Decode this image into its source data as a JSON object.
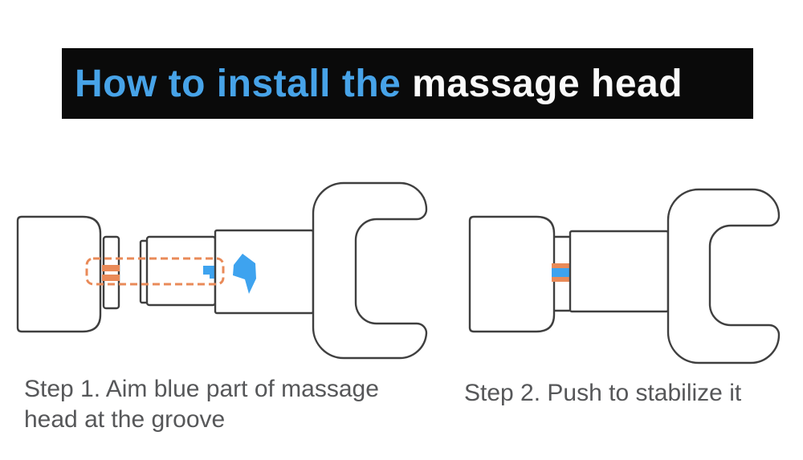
{
  "banner": {
    "text_highlight": "How to install the",
    "text_rest": " massage head"
  },
  "steps": [
    {
      "label": "Step 1. Aim blue part of massage head at the groove"
    },
    {
      "label": "Step 2. Push to stabilize it"
    }
  ],
  "colors": {
    "banner_bg": "#0a0a0a",
    "title_highlight": "#47a3e8",
    "title_rest": "#fafafa",
    "outline": "#3f3f3f",
    "orange": "#e98a58",
    "blue": "#3ea3ef",
    "step_text": "#565759",
    "page_bg": "#ffffff"
  }
}
